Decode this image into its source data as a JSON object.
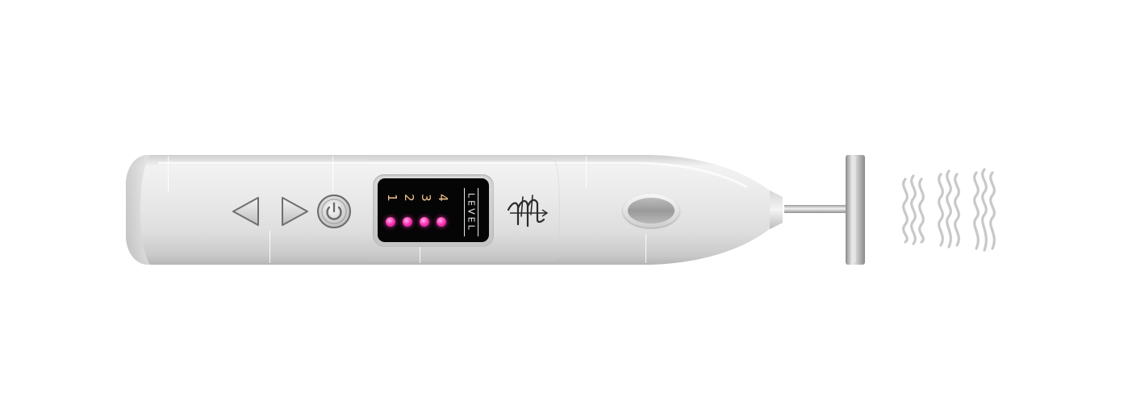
{
  "device": {
    "display": {
      "label": "LEVEL",
      "levels": [
        "1",
        "2",
        "3",
        "4"
      ],
      "active_levels": 4,
      "indicator_color": "#ff3cb8",
      "number_color": "#f3c48a"
    },
    "buttons": {
      "decrease_icon": "triangle-left-icon",
      "increase_icon": "triangle-right-icon",
      "power_icon": "power-icon",
      "action_icon": "oval-button"
    },
    "body_color": "#e6e6e6",
    "logo": "brand-logo"
  },
  "effect": {
    "icon": "vibration-waves-icon",
    "wave_color": "#c8c8c8"
  }
}
